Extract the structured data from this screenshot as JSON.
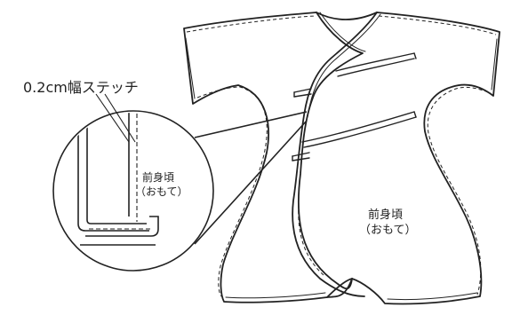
{
  "stitch_label": "0.2cm幅ステッチ",
  "detail_label": {
    "line1": "前身頃",
    "line2": "（おもて）"
  },
  "garment_label": {
    "line1": "前身頃",
    "line2": "（おもて）"
  },
  "colors": {
    "outline": "#222222",
    "background": "#ffffff"
  }
}
